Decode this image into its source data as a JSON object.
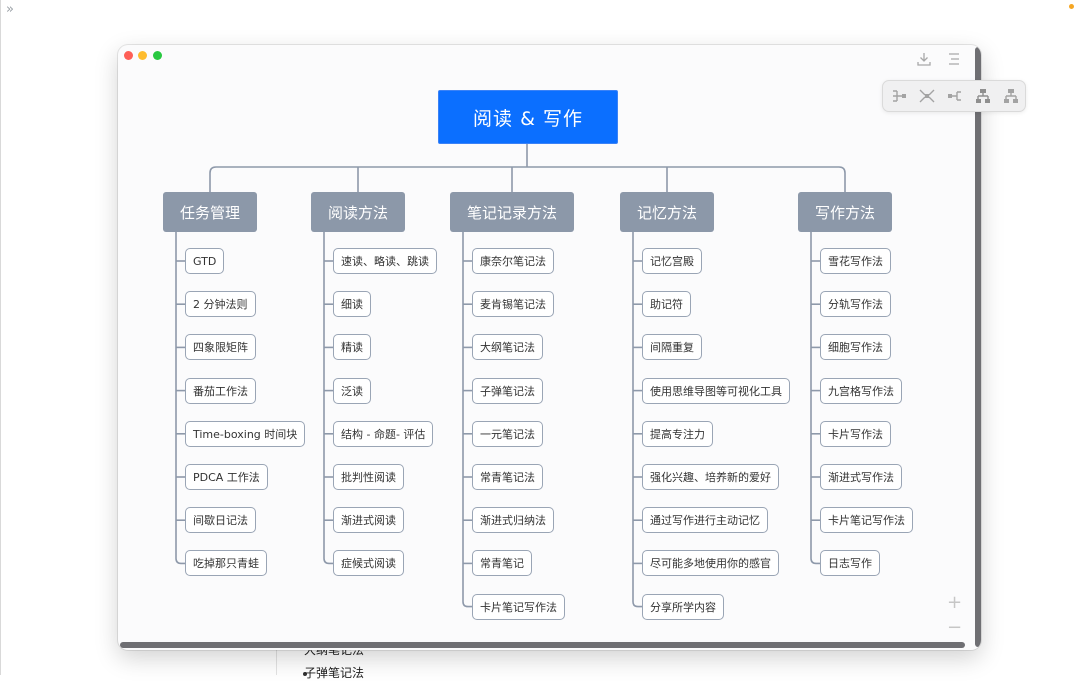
{
  "mindmap": {
    "root": "阅读 & 写作",
    "categories": [
      {
        "label": "任务管理",
        "items": [
          "GTD",
          "2 分钟法则",
          "四象限矩阵",
          "番茄工作法",
          "Time-boxing 时间块",
          "PDCA 工作法",
          "间歇日记法",
          "吃掉那只青蛙"
        ]
      },
      {
        "label": "阅读方法",
        "items": [
          "速读、略读、跳读",
          "细读",
          "精读",
          "泛读",
          "结构 - 命题- 评估",
          "批判性阅读",
          "渐进式阅读",
          "症候式阅读"
        ]
      },
      {
        "label": "笔记记录方法",
        "items": [
          "康奈尔笔记法",
          "麦肯锡笔记法",
          "大纲笔记法",
          "子弹笔记法",
          "一元笔记法",
          "常青笔记法",
          "渐进式归纳法",
          "常青笔记",
          "卡片笔记写作法"
        ]
      },
      {
        "label": "记忆方法",
        "items": [
          "记忆宫殿",
          "助记符",
          "间隔重复",
          "使用思维导图等可视化工具",
          "提高专注力",
          "强化兴趣、培养新的爱好",
          "通过写作进行主动记忆",
          "尽可能多地使用你的感官",
          "分享所学内容"
        ]
      },
      {
        "label": "写作方法",
        "items": [
          "雪花写作法",
          "分轨写作法",
          "细胞写作法",
          "九宫格写作法",
          "卡片写作法",
          "渐进式写作法",
          "卡片笔记写作法",
          "日志写作"
        ]
      }
    ]
  },
  "window_controls": {
    "zoom_in": "+",
    "zoom_out": "−"
  },
  "background_doc": {
    "line1": "大纲笔记法",
    "line2": "子弹笔记法"
  },
  "chrome": {
    "expand_icon": "»"
  },
  "colors": {
    "root": "#0b6fff",
    "category": "#8c98a9",
    "connector": "#8e99aa",
    "leaf_border": "#9aa5b5"
  },
  "icons": [
    "download-icon",
    "outline-menu-icon",
    "layout-left-icon",
    "layout-center-icon",
    "layout-right-icon",
    "layout-tree-down-icon",
    "layout-org-chart-icon"
  ]
}
